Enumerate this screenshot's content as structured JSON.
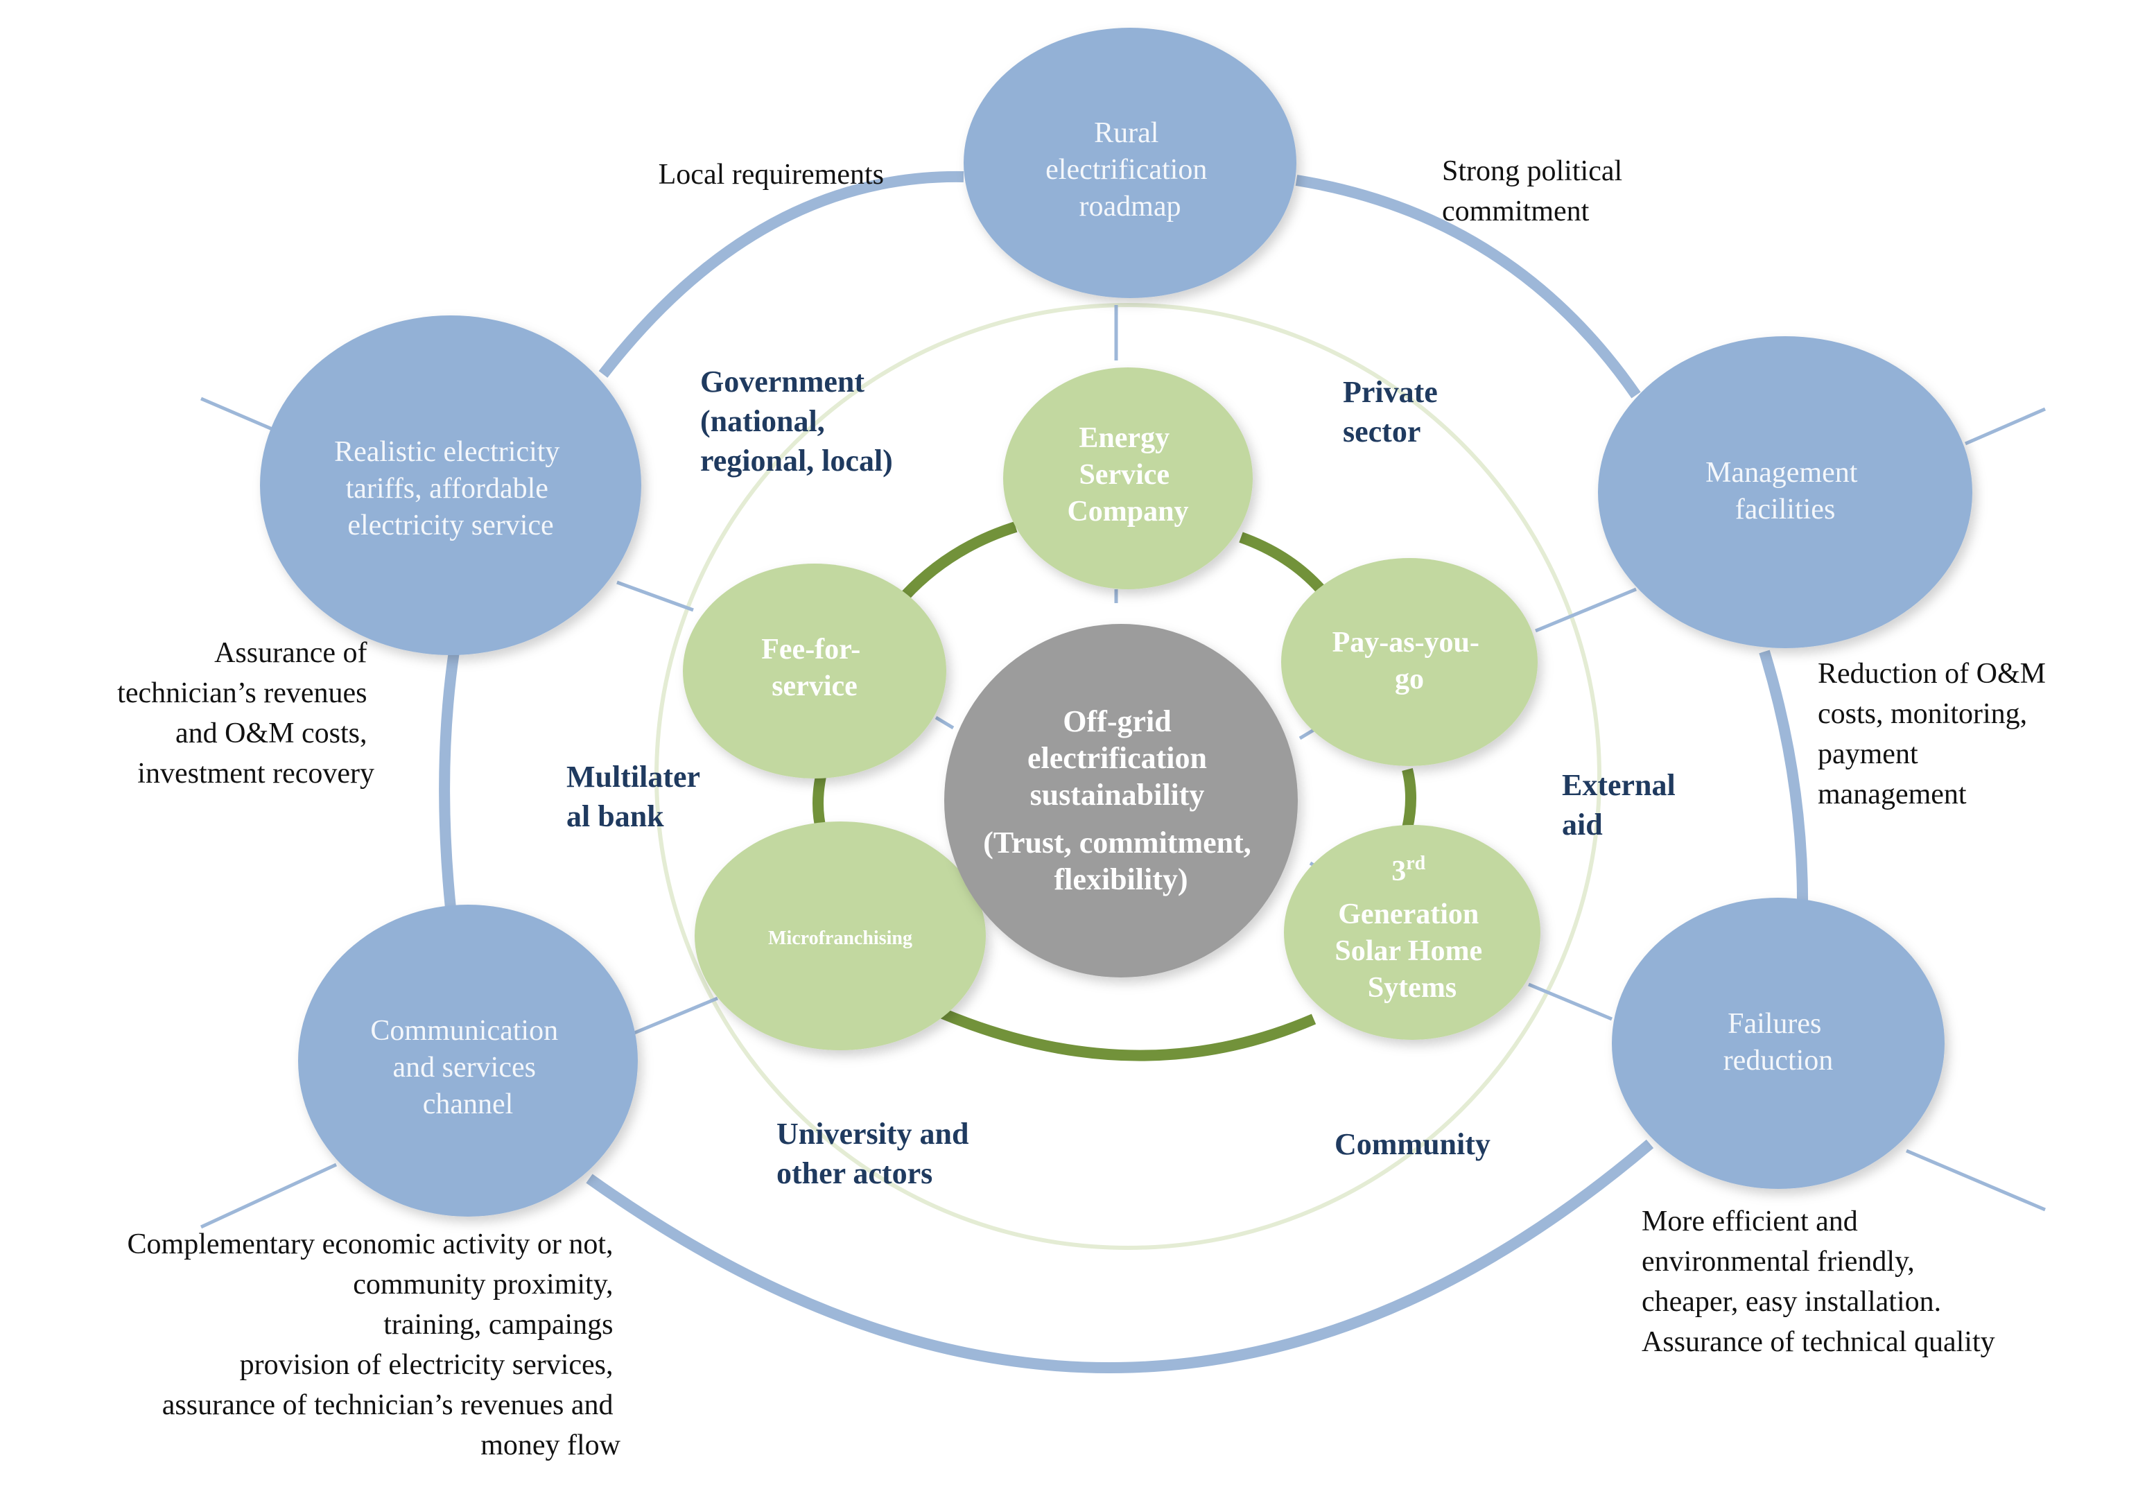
{
  "diagram": {
    "center": {
      "lines": [
        "Off-grid",
        "electrification",
        "sustainability"
      ],
      "sub_lines": [
        "(Trust, commitment,",
        "flexibility)"
      ]
    },
    "outer_nodes": [
      {
        "id": "rural-electrification-roadmap",
        "lines": [
          "Rural",
          "electrification",
          "roadmap"
        ]
      },
      {
        "id": "management-facilities",
        "lines": [
          "Management",
          "facilities"
        ]
      },
      {
        "id": "failures-reduction",
        "lines": [
          "Failures",
          "reduction"
        ]
      },
      {
        "id": "communication-and-services-channel",
        "lines": [
          "Communication",
          "and services",
          "channel"
        ]
      },
      {
        "id": "realistic-electricity-tariffs",
        "lines": [
          "Realistic electricity",
          "tariffs, affordable",
          "electricity service"
        ]
      }
    ],
    "inner_nodes": [
      {
        "id": "energy-service-company",
        "lines": [
          "Energy",
          "Service",
          "Company"
        ]
      },
      {
        "id": "pay-as-you-go",
        "lines": [
          "Pay-as-you-",
          "go"
        ]
      },
      {
        "id": "third-generation-solar-home-systems",
        "lines": [
          "3rd",
          "Generation",
          "Solar Home",
          "Sytems"
        ]
      },
      {
        "id": "microfranchising",
        "lines": [
          "Microfranchising"
        ]
      },
      {
        "id": "fee-for-service",
        "lines": [
          "Fee-for-",
          "service"
        ]
      }
    ],
    "actors": [
      {
        "id": "government",
        "lines": [
          "Government",
          "(national,",
          "regional, local)"
        ]
      },
      {
        "id": "private-sector",
        "lines": [
          "Private",
          "sector"
        ]
      },
      {
        "id": "external-aid",
        "lines": [
          "External",
          "aid"
        ]
      },
      {
        "id": "community",
        "lines": [
          "Community"
        ]
      },
      {
        "id": "university-and-other-actors",
        "lines": [
          "University and",
          "other actors"
        ]
      },
      {
        "id": "multilateral-bank",
        "lines": [
          "Multilater",
          "al bank"
        ]
      }
    ],
    "notes": [
      {
        "id": "local-requirements",
        "lines": [
          "Local requirements"
        ]
      },
      {
        "id": "strong-political-commitment",
        "lines": [
          "Strong political",
          "commitment"
        ]
      },
      {
        "id": "reduction-of-om-costs",
        "lines": [
          "Reduction of O&M",
          "costs, monitoring,",
          "payment",
          "management"
        ]
      },
      {
        "id": "more-efficient",
        "lines": [
          "More efficient and",
          "environmental friendly,",
          "cheaper, easy installation.",
          "Assurance of technical quality"
        ]
      },
      {
        "id": "complementary-economic-activity",
        "lines": [
          "Complementary economic activity or not,",
          "community proximity,",
          "training, campaings",
          "provision of electricity services,",
          "assurance of technician’s revenues and",
          "money flow"
        ]
      },
      {
        "id": "assurance-of-technicians-revenues",
        "lines": [
          "Assurance of",
          "technician’s revenues",
          "and O&M costs,",
          "investment recovery"
        ]
      }
    ],
    "colors": {
      "outer_node": "#93b1d6",
      "outer_ring": "#9db7d8",
      "inner_node": "#c2d8a0",
      "inner_ring": "#72923a",
      "center": "#9c9c9c",
      "mid_ring": "#e4ecd4",
      "actor_text": "#1f3a5f"
    }
  }
}
